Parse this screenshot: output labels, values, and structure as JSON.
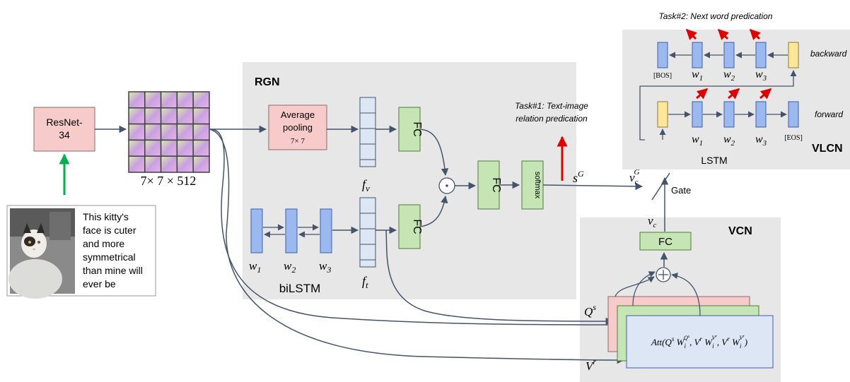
{
  "resnet": {
    "line1": "ResNet-",
    "line2": "34"
  },
  "feature_map_label": "7× 7 × 512",
  "tweet": {
    "lines": [
      "This kitty's",
      "face is cuter",
      "and more",
      "symmetrical",
      "than mine will",
      "ever be"
    ]
  },
  "rgn": {
    "title": "RGN",
    "avgpool": {
      "line1": "Average",
      "line2": "pooling",
      "line3": "7× 7"
    },
    "fc": "FC",
    "softmax": "softmax",
    "bilstm_label": "biLSTM",
    "f_v": "f",
    "f_v_sub": "v",
    "f_t": "f",
    "f_t_sub": "t",
    "w1": "w",
    "w1_sub": "1",
    "w2": "w",
    "w2_sub": "2",
    "w3": "w",
    "w3_sub": "3",
    "task1_line1": "Task#1: Text-image",
    "task1_line2": "relation predication",
    "sg": "s",
    "sg_sup": "G"
  },
  "vlcn": {
    "title": "VLCN",
    "task2": "Task#2: Next word predication",
    "backward": "backward",
    "forward": "forward",
    "lstm": "LSTM",
    "bos": "[BOS]",
    "eos": "[EOS]",
    "vcg": "v",
    "vcg_sub": "c",
    "vcg_sup": "G",
    "gate": "Gate"
  },
  "vcn": {
    "title": "VCN",
    "fc": "FC",
    "vc": "v",
    "vc_sub": "c",
    "qs": "Q",
    "qs_sup": "s",
    "vr": "V",
    "vr_sup": "r",
    "att": "Att(Q^s W_i^{Q^s}, V^r W_i^{V^r}, V^r W_i^{V^r})"
  }
}
